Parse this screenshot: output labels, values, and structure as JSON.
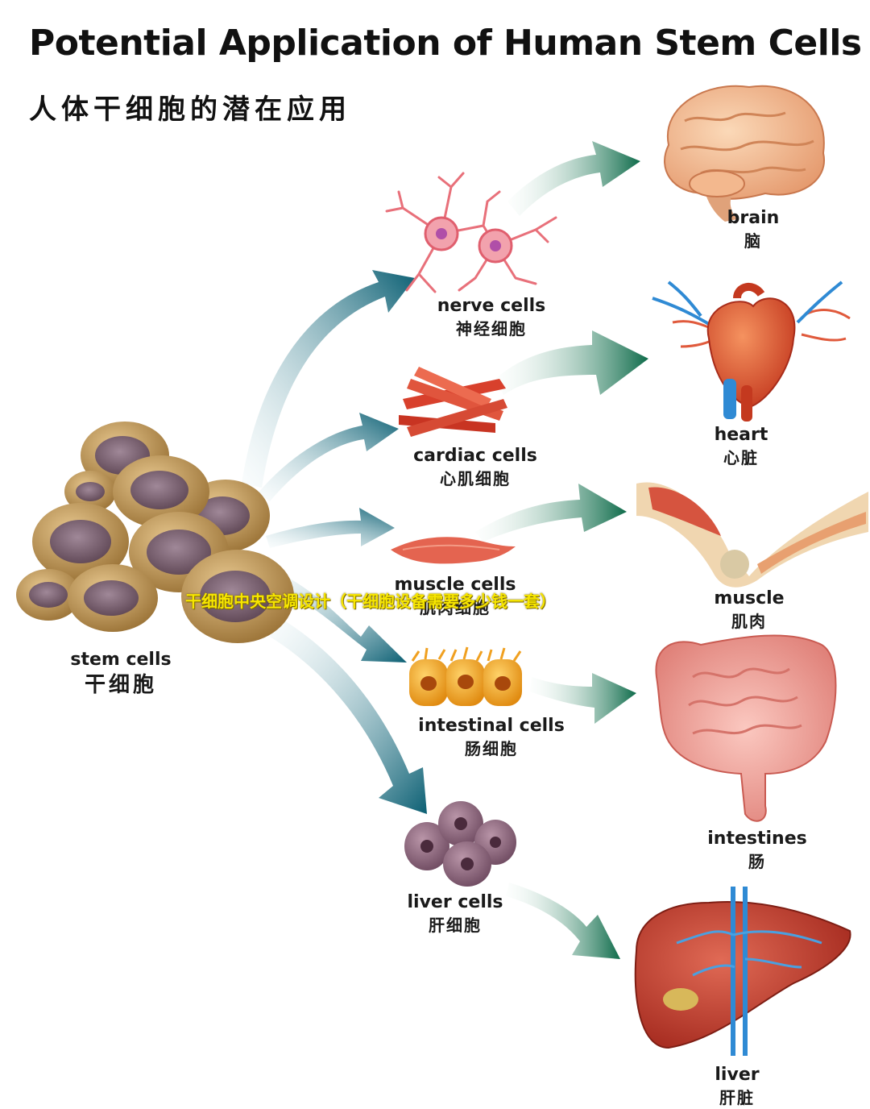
{
  "title": {
    "en": "Potential Application of Human Stem Cells",
    "zh": "人体干细胞的潜在应用"
  },
  "source": {
    "en": "stem cells",
    "zh": "干细胞"
  },
  "cell_types": [
    {
      "en": "nerve cells",
      "zh": "神经细胞"
    },
    {
      "en": "cardiac cells",
      "zh": "心肌细胞"
    },
    {
      "en": "muscle cells",
      "zh": "肌肉细胞"
    },
    {
      "en": "intestinal cells",
      "zh": "肠细胞"
    },
    {
      "en": "liver cells",
      "zh": "肝细胞"
    }
  ],
  "organs": [
    {
      "en": "brain",
      "zh": "脑"
    },
    {
      "en": "heart",
      "zh": "心脏"
    },
    {
      "en": "muscle",
      "zh": "肌肉"
    },
    {
      "en": "intestines",
      "zh": "肠"
    },
    {
      "en": "liver",
      "zh": "肝脏"
    }
  ],
  "overlay_text": "干细胞中央空调设计（干细胞设备需要多少钱一套）",
  "colors": {
    "arrow_blue": "#0b5f73",
    "arrow_green": "#0e6b4a",
    "stem_cell": "#b08a4a",
    "stem_nucleus": "#7a5f6e",
    "watermark": "#f7e600"
  }
}
